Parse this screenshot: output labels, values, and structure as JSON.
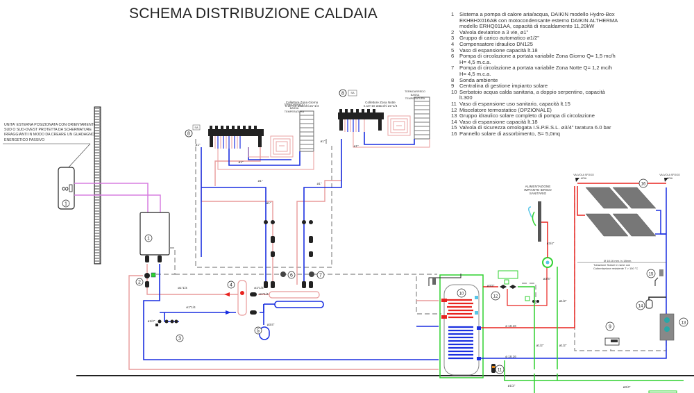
{
  "title": "SCHEMA DISTRIBUZIONE CALDAIA",
  "outdoor_note": "UNITA' ESTERNA POSIZIONATA CON ORIENTAMENTO SUD O SUD-OVEST PROTETTA DA SCHERMATURE IRRAGGIANTI IN MODO DA CREARE UN GUADAGNO ENERGETICO PASSIVO",
  "legend": [
    {
      "num": "1",
      "text": "Sistema a pompa di calore aria/acqua, DAIKIN modello Hydro-Box EKHBHX016AB con motocondensante esterno DAIKIN ALTHERMA modello ERHQ011AA, capacità di riscaldamento 11,20kW"
    },
    {
      "num": "2",
      "text": "Valvola deviatrice a 3 vie, ø1\""
    },
    {
      "num": "3",
      "text": "Gruppo di carico automatico ø1/2\""
    },
    {
      "num": "4",
      "text": "Compensatore idraulico DN125"
    },
    {
      "num": "5",
      "text": "Vaso di espansione capacità lt.18"
    },
    {
      "num": "6",
      "text": "Pompa di circolazione a portata variabile Zona Giorno Q= 1,5 mc/h  H= 4,5 m.c.a."
    },
    {
      "num": "7",
      "text": "Pompa di circolazione a portata variabile Zona Notte Q= 1,2 mc/h  H= 4,5 m.c.a."
    },
    {
      "num": "8",
      "text": "Sonda ambiente"
    },
    {
      "num": "9",
      "text": "Centralina di gestione impianto solare"
    },
    {
      "num": "10",
      "text": "Serbatoio acqua calda sanitaria, a doppio serpentino, capacità lt.300"
    },
    {
      "num": "11",
      "text": "Vaso di espansione uso sanitario, capacità lt.15"
    },
    {
      "num": "12",
      "text": "Miscelatore termostatico (OPZIONALE)"
    },
    {
      "num": "13",
      "text": "Gruppo idraulico solare completo di pompa di circolazione"
    },
    {
      "num": "14",
      "text": "Vaso di espansione capacità lt.18"
    },
    {
      "num": "15",
      "text": "Valvola di sicurezza omologata I.S.P.E.S.L. ø3/4\" taratura 6.0 bar"
    },
    {
      "num": "16",
      "text": "Pannello solare di assorbimento, S= 5,0mq"
    }
  ],
  "labels": {
    "collector_day": "Collettore Zona Giorno n.10+10 attacchi ø1\"1/4",
    "collector_night": "Collettore Zona Notte n.10+10 attacchi ø1\"1/4",
    "towel_rail_1": "TERMOARREDO BASSA TEMPERATURA",
    "towel_rail_2": "TERMOARREDO BASSA TEMPERATURA",
    "water_supply": "ALIMENTAZIONE IMPIANTO IDRICO SANITARIO",
    "solar_pipe_1": "Ø 18.16 mm. is 18mm.",
    "solar_pipe_2": "Tubazione Solare in rame con",
    "solar_pipe_3": "Coibentazione resistente T > 150 °C",
    "air_vent_left": "VALVOLA SFOGO ARIA",
    "air_vent_right": "VALVOLA SFOGO ARIA",
    "sa": "SA",
    "d1": "ø1\"",
    "d114": "ø1\"1/4",
    "d34": "ø3/4\"",
    "d12": "ø1/2\"",
    "d1816": "ø 18.16"
  },
  "markers": [
    "1",
    "2",
    "3",
    "4",
    "5",
    "6",
    "7",
    "8",
    "9",
    "10",
    "11",
    "12",
    "13",
    "14",
    "15",
    "16"
  ],
  "colors": {
    "supply_hot": "#e8231f",
    "supply_hot_light": "#e89a9a",
    "return_cold": "#1a2fe0",
    "domestic_cold": "#2fd12f",
    "refrigerant": "#d77ee0",
    "control_dashed": "#888888",
    "solar_panel": "#777777"
  }
}
